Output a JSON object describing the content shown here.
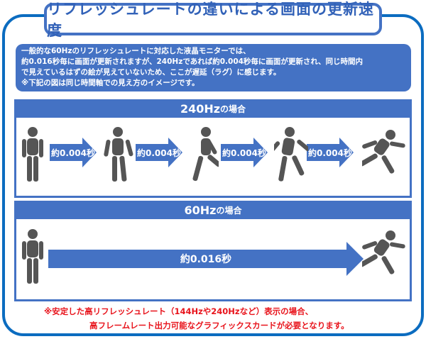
{
  "title": "リフレッシュレートの違いによる画面の更新速度",
  "description": [
    "一般的な60Hzのリフレッシュレートに対応した液晶モニターでは、",
    "約0.016秒毎に画面が更新されますが、240Hzであれば約0.004秒毎に画面が更新され、同じ時間内",
    "で見えているはずの絵が見えていないため、ここが遅延（ラグ）に感じます。",
    "※下記の図は同じ時間軸での見え方のイメージです。"
  ],
  "section_240": {
    "hz": "240Hz",
    "suffix": "の場合",
    "arrow_label": "約0.004秒"
  },
  "section_60": {
    "hz": "60Hz",
    "suffix": "の場合",
    "arrow_label": "約0.016秒"
  },
  "notes": [
    "※安定した高リフレッシュレート（144Hzや240Hzなど）表示の場合、",
    "高フレームレート出力可能なグラフィックスカードが必要となります。"
  ],
  "colors": {
    "frame": "#0b6cc0",
    "accent": "#4472c4",
    "note": "#e8141c",
    "figure": "#555555"
  }
}
